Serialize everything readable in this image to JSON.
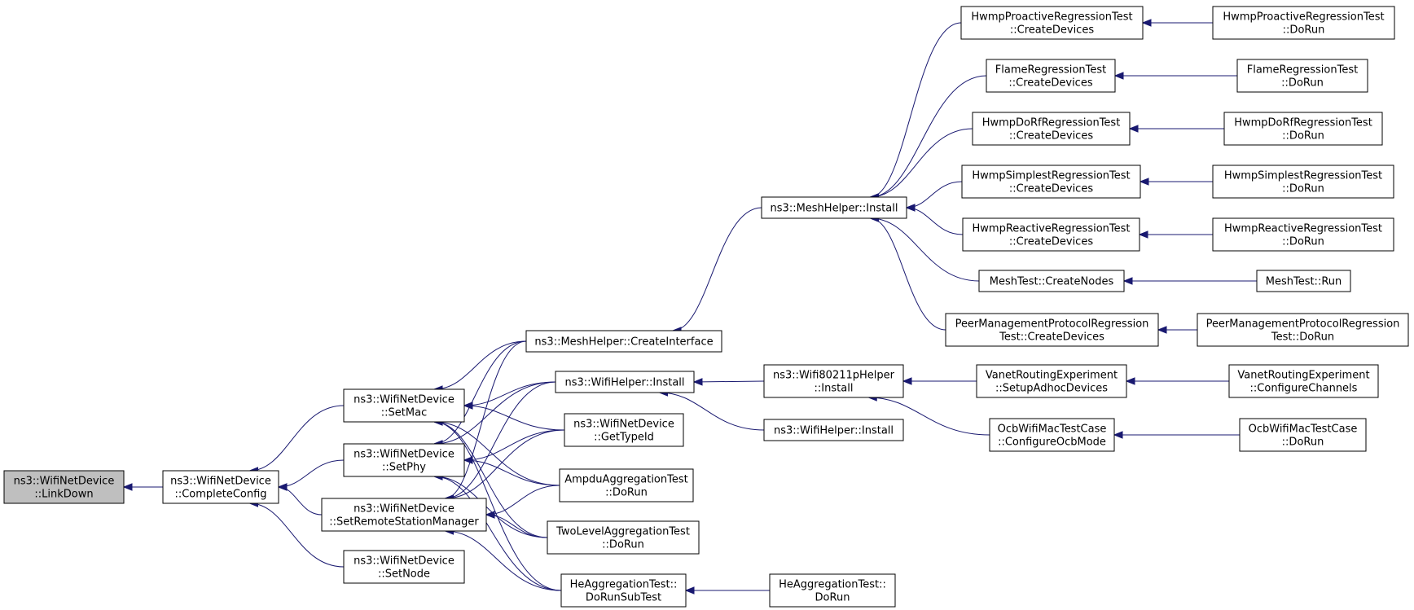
{
  "colors": {
    "edge": "#191970",
    "root_fill": "#bfbfbf",
    "node_fill": "#ffffff",
    "node_border": "#000000"
  },
  "nodes": [
    {
      "id": "linkdown",
      "lines": [
        "ns3::WifiNetDevice",
        "::LinkDown"
      ],
      "root": true
    },
    {
      "id": "completeconfig",
      "lines": [
        "ns3::WifiNetDevice",
        "::CompleteConfig"
      ]
    },
    {
      "id": "setmac",
      "lines": [
        "ns3::WifiNetDevice",
        "::SetMac"
      ]
    },
    {
      "id": "setphy",
      "lines": [
        "ns3::WifiNetDevice",
        "::SetPhy"
      ]
    },
    {
      "id": "setrsm",
      "lines": [
        "ns3::WifiNetDevice",
        "::SetRemoteStationManager"
      ]
    },
    {
      "id": "setnode",
      "lines": [
        "ns3::WifiNetDevice",
        "::SetNode"
      ]
    },
    {
      "id": "createinterface",
      "lines": [
        "ns3::MeshHelper::CreateInterface"
      ]
    },
    {
      "id": "wifihelperinstall",
      "lines": [
        "ns3::WifiHelper::Install"
      ]
    },
    {
      "id": "gettypeid",
      "lines": [
        "ns3::WifiNetDevice",
        "::GetTypeId"
      ]
    },
    {
      "id": "ampdu",
      "lines": [
        "AmpduAggregationTest",
        "::DoRun"
      ]
    },
    {
      "id": "twolevel",
      "lines": [
        "TwoLevelAggregationTest",
        "::DoRun"
      ]
    },
    {
      "id": "hesub",
      "lines": [
        "HeAggregationTest::",
        "DoRunSubTest"
      ]
    },
    {
      "id": "herun",
      "lines": [
        "HeAggregationTest::",
        "DoRun"
      ]
    },
    {
      "id": "meshinstall",
      "lines": [
        "ns3::MeshHelper::Install"
      ]
    },
    {
      "id": "wifi80211p",
      "lines": [
        "ns3::Wifi80211pHelper",
        "::Install"
      ]
    },
    {
      "id": "wifihelperinstall2",
      "lines": [
        "ns3::WifiHelper::Install"
      ]
    },
    {
      "id": "hwmpproactive",
      "lines": [
        "HwmpProactiveRegressionTest",
        "::CreateDevices"
      ]
    },
    {
      "id": "flame",
      "lines": [
        "FlameRegressionTest",
        "::CreateDevices"
      ]
    },
    {
      "id": "hwmpdorf",
      "lines": [
        "HwmpDoRfRegressionTest",
        "::CreateDevices"
      ]
    },
    {
      "id": "hwmpsimplest",
      "lines": [
        "HwmpSimplestRegressionTest",
        "::CreateDevices"
      ]
    },
    {
      "id": "hwmpreactive",
      "lines": [
        "HwmpReactiveRegressionTest",
        "::CreateDevices"
      ]
    },
    {
      "id": "meshtestcreate",
      "lines": [
        "MeshTest::CreateNodes"
      ]
    },
    {
      "id": "peercreate",
      "lines": [
        "PeerManagementProtocolRegression",
        "Test::CreateDevices"
      ]
    },
    {
      "id": "vanetsetup",
      "lines": [
        "VanetRoutingExperiment",
        "::SetupAdhocDevices"
      ]
    },
    {
      "id": "ocbconfig",
      "lines": [
        "OcbWifiMacTestCase",
        "::ConfigureOcbMode"
      ]
    },
    {
      "id": "hwmpproactiverun",
      "lines": [
        "HwmpProactiveRegressionTest",
        "::DoRun"
      ]
    },
    {
      "id": "flamerun",
      "lines": [
        "FlameRegressionTest",
        "::DoRun"
      ]
    },
    {
      "id": "hwmpdorfrun",
      "lines": [
        "HwmpDoRfRegressionTest",
        "::DoRun"
      ]
    },
    {
      "id": "hwmpsimplestrun",
      "lines": [
        "HwmpSimplestRegressionTest",
        "::DoRun"
      ]
    },
    {
      "id": "hwmpreactiverun",
      "lines": [
        "HwmpReactiveRegressionTest",
        "::DoRun"
      ]
    },
    {
      "id": "meshtestrun",
      "lines": [
        "MeshTest::Run"
      ]
    },
    {
      "id": "peerrun",
      "lines": [
        "PeerManagementProtocolRegression",
        "Test::DoRun"
      ]
    },
    {
      "id": "vanetconfig",
      "lines": [
        "VanetRoutingExperiment",
        "::ConfigureChannels"
      ]
    },
    {
      "id": "ocbrun",
      "lines": [
        "OcbWifiMacTestCase",
        "::DoRun"
      ]
    }
  ],
  "edges": [
    {
      "from": "completeconfig",
      "to": "linkdown"
    },
    {
      "from": "setmac",
      "to": "completeconfig"
    },
    {
      "from": "setphy",
      "to": "completeconfig"
    },
    {
      "from": "setrsm",
      "to": "completeconfig"
    },
    {
      "from": "setnode",
      "to": "completeconfig"
    },
    {
      "from": "createinterface",
      "to": "setmac"
    },
    {
      "from": "wifihelperinstall",
      "to": "setmac"
    },
    {
      "from": "gettypeid",
      "to": "setmac"
    },
    {
      "from": "ampdu",
      "to": "setmac"
    },
    {
      "from": "twolevel",
      "to": "setmac"
    },
    {
      "from": "hesub",
      "to": "setmac"
    },
    {
      "from": "createinterface",
      "to": "setphy"
    },
    {
      "from": "wifihelperinstall",
      "to": "setphy"
    },
    {
      "from": "gettypeid",
      "to": "setphy"
    },
    {
      "from": "ampdu",
      "to": "setphy"
    },
    {
      "from": "twolevel",
      "to": "setphy"
    },
    {
      "from": "hesub",
      "to": "setphy"
    },
    {
      "from": "createinterface",
      "to": "setrsm"
    },
    {
      "from": "wifihelperinstall",
      "to": "setrsm"
    },
    {
      "from": "gettypeid",
      "to": "setrsm"
    },
    {
      "from": "ampdu",
      "to": "setrsm"
    },
    {
      "from": "twolevel",
      "to": "setrsm"
    },
    {
      "from": "hesub",
      "to": "setrsm"
    },
    {
      "from": "herun",
      "to": "hesub"
    },
    {
      "from": "meshinstall",
      "to": "createinterface"
    },
    {
      "from": "wifi80211p",
      "to": "wifihelperinstall"
    },
    {
      "from": "wifihelperinstall2",
      "to": "wifihelperinstall"
    },
    {
      "from": "hwmpproactive",
      "to": "meshinstall"
    },
    {
      "from": "flame",
      "to": "meshinstall"
    },
    {
      "from": "hwmpdorf",
      "to": "meshinstall"
    },
    {
      "from": "hwmpsimplest",
      "to": "meshinstall"
    },
    {
      "from": "hwmpreactive",
      "to": "meshinstall"
    },
    {
      "from": "meshtestcreate",
      "to": "meshinstall"
    },
    {
      "from": "peercreate",
      "to": "meshinstall"
    },
    {
      "from": "vanetsetup",
      "to": "wifi80211p"
    },
    {
      "from": "ocbconfig",
      "to": "wifi80211p"
    },
    {
      "from": "hwmpproactiverun",
      "to": "hwmpproactive"
    },
    {
      "from": "flamerun",
      "to": "flame"
    },
    {
      "from": "hwmpdorfrun",
      "to": "hwmpdorf"
    },
    {
      "from": "hwmpsimplestrun",
      "to": "hwmpsimplest"
    },
    {
      "from": "hwmpreactiverun",
      "to": "hwmpreactive"
    },
    {
      "from": "meshtestrun",
      "to": "meshtestcreate"
    },
    {
      "from": "peerrun",
      "to": "peercreate"
    },
    {
      "from": "vanetconfig",
      "to": "vanetsetup"
    },
    {
      "from": "ocbrun",
      "to": "ocbconfig"
    }
  ]
}
